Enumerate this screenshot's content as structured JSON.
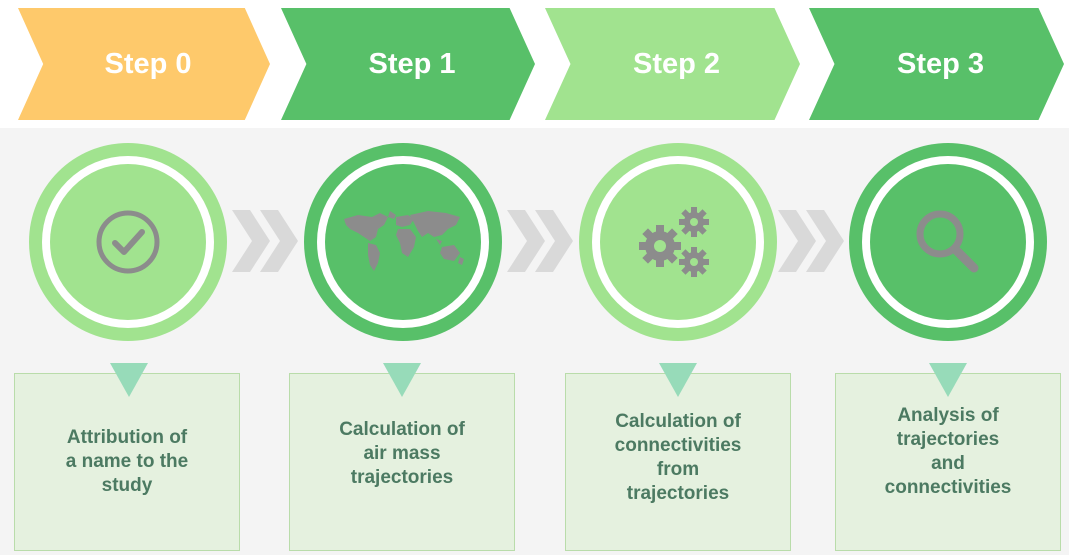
{
  "colors": {
    "step0": "#fec96b",
    "step1": "#58c069",
    "step2": "#a1e38f",
    "step3": "#58c069",
    "icon": "#8c8c8c",
    "arrow": "#d9d9d9",
    "box_text": "#4c7a62",
    "pointer": "#97dbb9"
  },
  "steps": [
    {
      "label": "Step 0",
      "icon": "check-circle-icon",
      "description": "Attribution of\na name to the\nstudy"
    },
    {
      "label": "Step 1",
      "icon": "world-map-icon",
      "description": "Calculation of\nair mass\ntrajectories"
    },
    {
      "label": "Step 2",
      "icon": "gears-icon",
      "description": "Calculation of\nconnectivities\nfrom\ntrajectories"
    },
    {
      "label": "Step 3",
      "icon": "magnifier-icon",
      "description": "Analysis of\ntrajectories\nand\nconnectivities"
    }
  ]
}
